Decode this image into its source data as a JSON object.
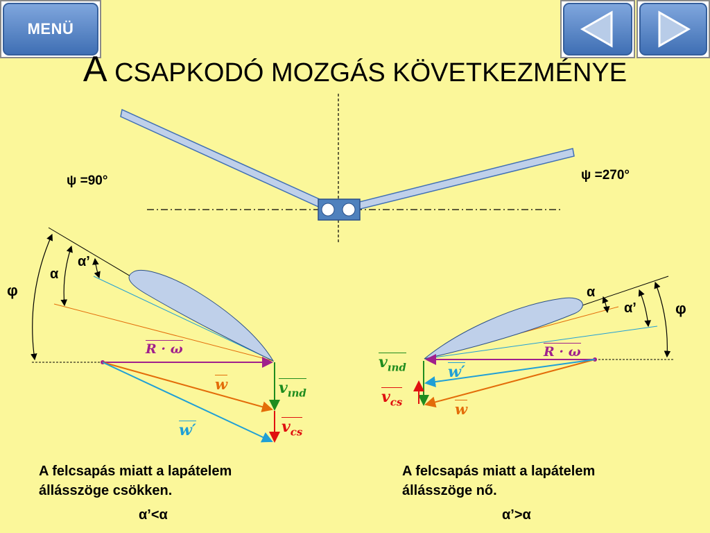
{
  "nav": {
    "menu_label": "MENÜ",
    "back_icon": "triangle-left-icon",
    "forward_icon": "triangle-right-icon"
  },
  "title": {
    "first_letter": "A",
    "rest": " CSAPKODÓ MOZGÁS KÖVETKEZMÉNYE"
  },
  "top": {
    "psi_left": "ψ =90°",
    "psi_right": "ψ =270°"
  },
  "left": {
    "phi": "φ",
    "alpha": "α",
    "alpha_prime": "α’",
    "r_omega": "R · ω",
    "w": "w",
    "w_prime": "w′",
    "v_ind": "v",
    "v_ind_sub": "ınd",
    "v_cs": "v",
    "v_cs_sub": "cs",
    "caption_line1": "A felcsapás miatt a lapátelem",
    "caption_line2": "állásszöge csökken.",
    "relation": "α’<α"
  },
  "right": {
    "phi": "φ",
    "alpha": "α",
    "alpha_prime": "α’",
    "r_omega": "R · ω",
    "w": "w",
    "w_prime": "w′",
    "v_ind": "v",
    "v_ind_sub": "ınd",
    "v_cs": "v",
    "v_cs_sub": "cs",
    "caption_line1": "A felcsapás miatt a lapátelem",
    "caption_line2": "állásszöge nő.",
    "relation": "α’>α"
  },
  "colors": {
    "background": "#FBF79A",
    "blade": "#BFD0EA",
    "hub": "#4F81BD",
    "r_omega": "#A0208C",
    "w": "#E36C09",
    "w_prime": "#1F9FD6",
    "v_ind": "#1E8C1E",
    "v_cs": "#E01010"
  }
}
